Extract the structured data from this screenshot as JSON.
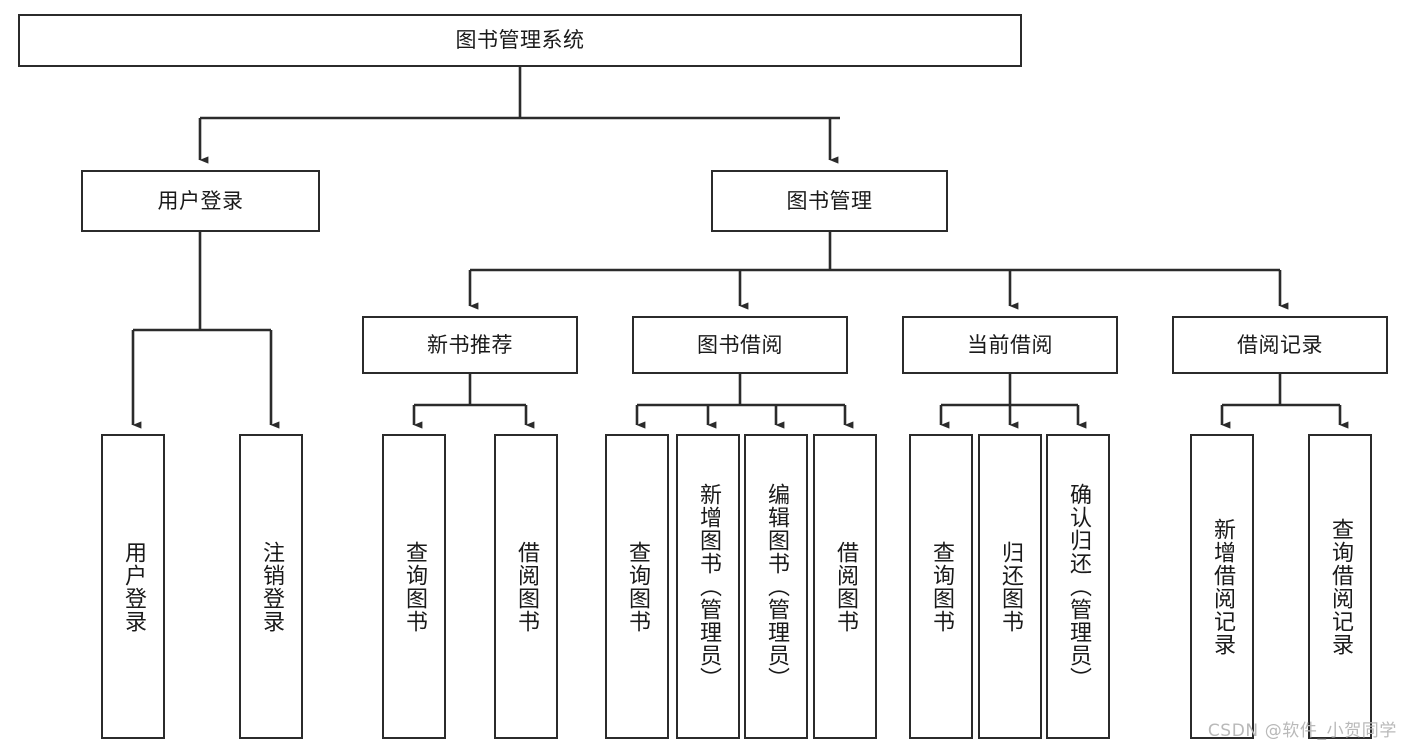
{
  "diagram": {
    "title": "图书管理系统",
    "type": "tree-hierarchy-diagram",
    "root": {
      "id": "root",
      "label": "图书管理系统"
    },
    "level2": [
      {
        "id": "user-login",
        "label": "用户登录"
      },
      {
        "id": "book-management",
        "label": "图书管理"
      }
    ],
    "level3": [
      {
        "id": "new-book-recommend",
        "label": "新书推荐"
      },
      {
        "id": "book-borrow",
        "label": "图书借阅"
      },
      {
        "id": "current-borrow",
        "label": "当前借阅"
      },
      {
        "id": "borrow-record",
        "label": "借阅记录"
      }
    ],
    "leaves": {
      "user_login": [
        {
          "id": "leaf-user-login",
          "label": "用户登录"
        },
        {
          "id": "leaf-logout-login",
          "label": "注销登录"
        }
      ],
      "new_book_recommend": [
        {
          "id": "leaf-query-book-1",
          "label": "查询图书"
        },
        {
          "id": "leaf-borrow-book-1",
          "label": "借阅图书"
        }
      ],
      "book_borrow": [
        {
          "id": "leaf-query-book-2",
          "label": "查询图书"
        },
        {
          "id": "leaf-add-book",
          "label": "新增图书（管理员）"
        },
        {
          "id": "leaf-edit-book",
          "label": "编辑图书（管理员）"
        },
        {
          "id": "leaf-borrow-book-2",
          "label": "借阅图书"
        }
      ],
      "current_borrow": [
        {
          "id": "leaf-query-book-3",
          "label": "查询图书"
        },
        {
          "id": "leaf-return-book",
          "label": "归还图书"
        },
        {
          "id": "leaf-confirm-return",
          "label": "确认归还（管理员）"
        }
      ],
      "borrow_record": [
        {
          "id": "leaf-add-record",
          "label": "新增借阅记录"
        },
        {
          "id": "leaf-query-record",
          "label": "查询借阅记录"
        }
      ]
    },
    "watermark": "CSDN @软件_小贺同学",
    "colors": {
      "stroke": "#2b2b2b",
      "fill": "#ffffff",
      "text": "#1a1a1a",
      "watermark": "#b9b9b9"
    }
  }
}
